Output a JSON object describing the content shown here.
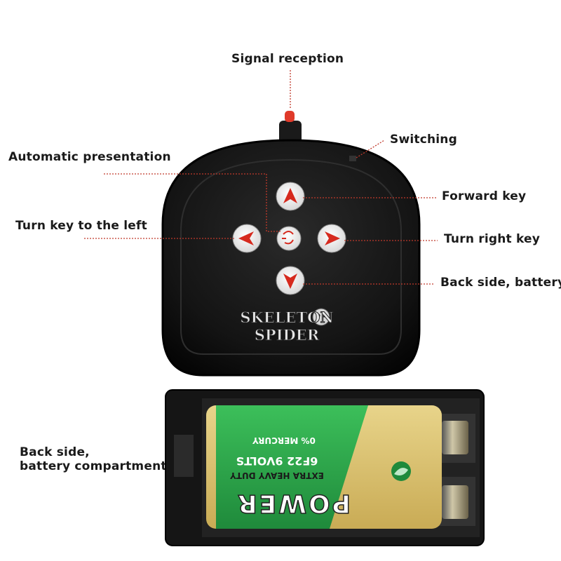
{
  "labels": {
    "signal_reception": "Signal reception",
    "switching": "Switching",
    "automatic_presentation": "Automatic presentation",
    "forward_key": "Forward key",
    "turn_left": "Turn key to the left",
    "turn_right": "Turn right key",
    "back_side_battery": "Back side, battery",
    "back_side_compartment_line1": "Back side,",
    "back_side_compartment_line2": "battery compartment"
  },
  "remote": {
    "logo_line1": "SKELETON",
    "logo_line2": "SPIDER"
  },
  "battery": {
    "brand": "POWER",
    "duty": "EXTRA HEAVY DUTY",
    "model": "6F22 9VOLTS",
    "mercury": "0% MERCURY"
  },
  "colors": {
    "remote_body": "#111111",
    "leader_line": "#c0392b",
    "battery_green": "#2aa64a",
    "battery_gold": "#d9c06a"
  }
}
